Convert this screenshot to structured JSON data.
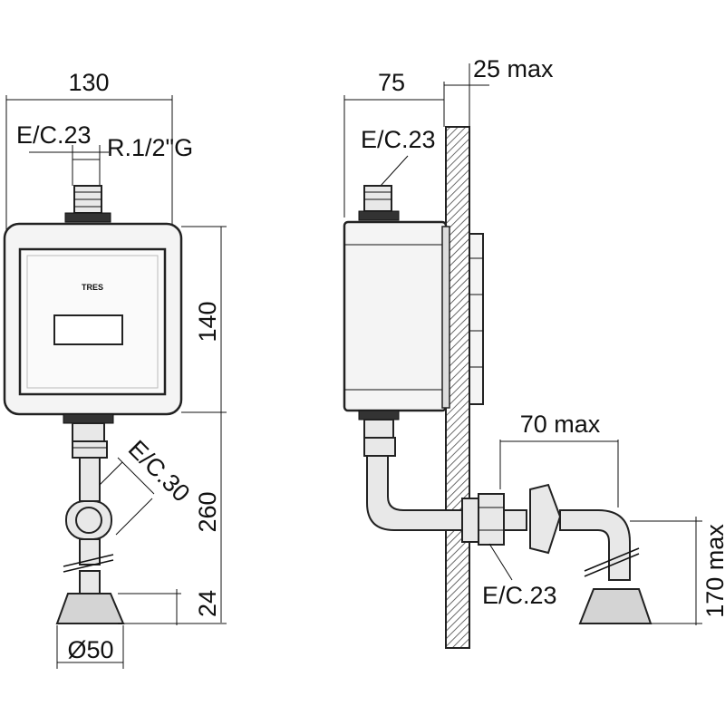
{
  "front_view": {
    "width_dim": "130",
    "inlet_key": "E/C.23",
    "thread": "R.1/2\"G",
    "height_dim": "140",
    "outlet_key": "E/C.30",
    "pipe_dim": "260",
    "flange_dim": "24",
    "flange_diameter": "Ø50",
    "brand_logo": "TRES"
  },
  "side_view": {
    "depth_dim": "75",
    "wall_dim": "25 max",
    "inlet_key": "E/C.23",
    "reach_dim": "70 max",
    "nut_key": "E/C.23",
    "drop_dim": "170 max"
  }
}
